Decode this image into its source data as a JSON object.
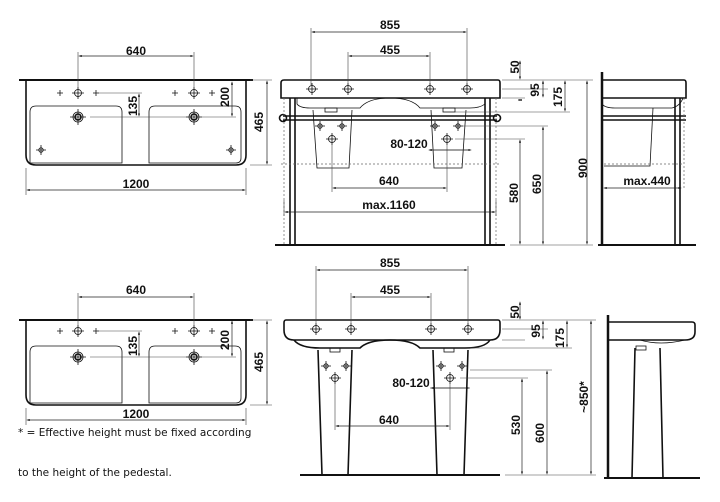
{
  "top_view_upper": {
    "dims": {
      "tap_spacing": "640",
      "depth_to_tap": "135",
      "depth_to_drain": "200",
      "width": "1200",
      "depth": "465"
    }
  },
  "front_view_upper": {
    "dims": {
      "outer_holes": "855",
      "inner_holes": "455",
      "hole_height": "50",
      "mid": "95",
      "bowl_depth": "175",
      "total_height": "900",
      "height_650": "650",
      "height_580": "580",
      "waste_adjust": "80-120",
      "waste_spacing": "640",
      "frame_width": "max.1160"
    }
  },
  "side_view_upper": {
    "dims": {
      "frame_depth": "max.440"
    }
  },
  "top_view_lower": {
    "dims": {
      "tap_spacing": "640",
      "depth_to_tap": "135",
      "depth_to_drain": "200",
      "width": "1200",
      "depth": "465"
    }
  },
  "front_view_lower": {
    "dims": {
      "outer_holes": "855",
      "inner_holes": "455",
      "hole_height": "50",
      "mid": "95",
      "bowl_depth": "175",
      "total_height": "~850*",
      "height_600": "600",
      "height_530": "530",
      "waste_adjust": "80-120",
      "waste_spacing": "640"
    }
  },
  "footnote": {
    "line1": "* = Effective height must be fixed according",
    "line2": "to the height of the pedestal."
  }
}
